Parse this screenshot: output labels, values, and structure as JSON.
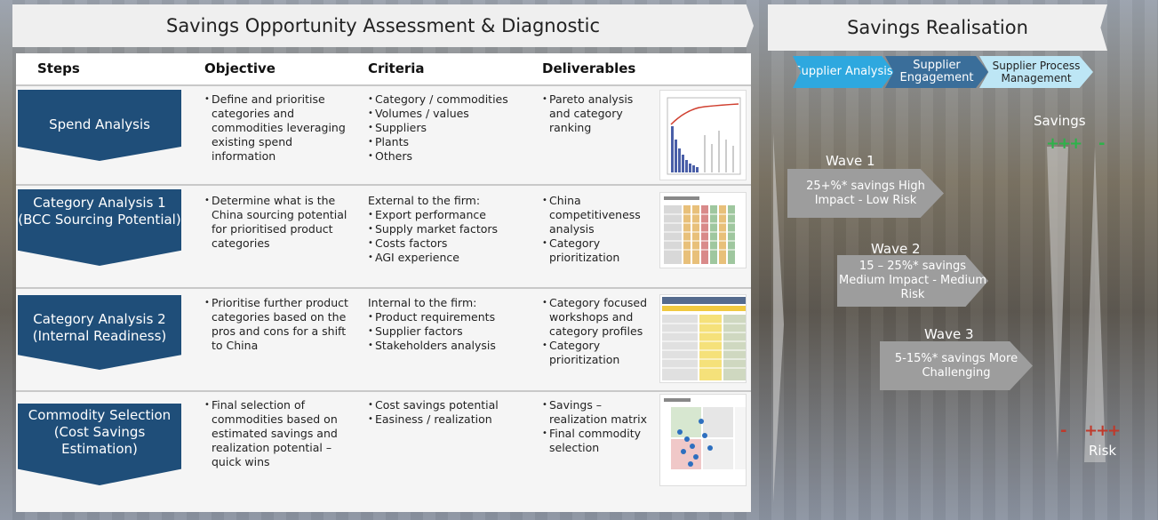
{
  "left_title": "Savings Opportunity Assessment & Diagnostic",
  "headers": {
    "steps": "Steps",
    "objective": "Objective",
    "criteria": "Criteria",
    "deliverables": "Deliverables"
  },
  "rows": [
    {
      "step": "Spend Analysis",
      "objective": "Define and prioritise categories and commodities leveraging existing spend information",
      "criteria_intro": "",
      "criteria": [
        "Category / commodities",
        "Volumes / values",
        "Suppliers",
        "Plants",
        "Others"
      ],
      "deliverables": [
        "Pareto analysis and category ranking"
      ]
    },
    {
      "step": "Category Analysis 1 (BCC Sourcing Potential)",
      "objective": "Determine what is the China sourcing potential for prioritised product categories",
      "criteria_intro": "External to the firm:",
      "criteria": [
        "Export performance",
        "Supply market factors",
        "Costs factors",
        "AGI experience"
      ],
      "deliverables": [
        "China competitiveness analysis",
        "Category prioritization"
      ]
    },
    {
      "step": "Category Analysis 2 (Internal Readiness)",
      "objective": "Prioritise further product categories based on the pros and cons for a shift to China",
      "criteria_intro": "Internal to the firm:",
      "criteria": [
        "Product requirements",
        "Supplier factors",
        "Stakeholders analysis"
      ],
      "deliverables": [
        "Category focused workshops and category profiles",
        "Category prioritization"
      ]
    },
    {
      "step": "Commodity Selection (Cost Savings Estimation)",
      "objective": "Final selection of commodities based on estimated savings and realization potential – quick wins",
      "criteria_intro": "",
      "criteria": [
        "Cost savings potential",
        "Easiness / realization"
      ],
      "deliverables": [
        "Savings – realization matrix",
        "Final commodity selection"
      ]
    }
  ],
  "right_title": "Savings Realisation",
  "process_steps": [
    "Supplier Analysis",
    "Supplier Engagement",
    "Supplier Process Management"
  ],
  "colors": {
    "step_blue": "#1f4e79",
    "chev1": "#2ea8df",
    "chev2": "#3a6e9a",
    "chev3": "#bde6f5",
    "wave_grey": "#9d9d9d",
    "plus_green": "#2db34a",
    "plus_red": "#c0392b"
  },
  "savings_label": "Savings",
  "risk_label": "Risk",
  "savings_marks": {
    "plus": "+++",
    "minus": "-"
  },
  "risk_marks": {
    "plus": "+++",
    "minus": "-"
  },
  "waves": [
    {
      "label": "Wave 1",
      "text": "25+%* savings High Impact - Low Risk"
    },
    {
      "label": "Wave 2",
      "text": "15 – 25%* savings Medium Impact - Medium Risk"
    },
    {
      "label": "Wave 3",
      "text": "5-15%* savings More Challenging"
    }
  ]
}
